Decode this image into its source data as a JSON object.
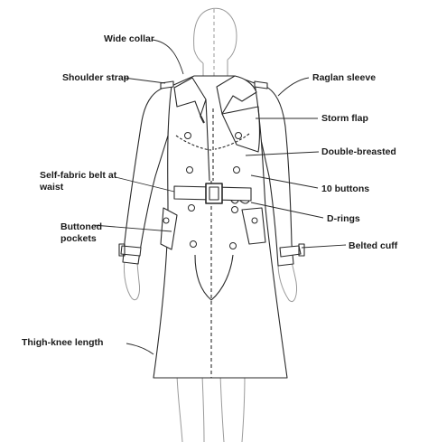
{
  "labels": {
    "wide_collar": "Wide collar",
    "shoulder_strap": "Shoulder strap",
    "raglan_sleeve": "Raglan sleeve",
    "storm_flap": "Storm flap",
    "double_breasted": "Double-breasted",
    "self_fabric_belt_1": "Self-fabric belt at",
    "self_fabric_belt_2": "waist",
    "ten_buttons": "10 buttons",
    "d_rings": "D-rings",
    "buttoned_pockets_1": "Buttoned",
    "buttoned_pockets_2": "pockets",
    "belted_cuff": "Belted cuff",
    "thigh_knee_length": "Thigh-knee length"
  },
  "colors": {
    "line": "#2a2a2a",
    "figure": "#9a9a9a",
    "coat_fill": "#ffffff"
  }
}
